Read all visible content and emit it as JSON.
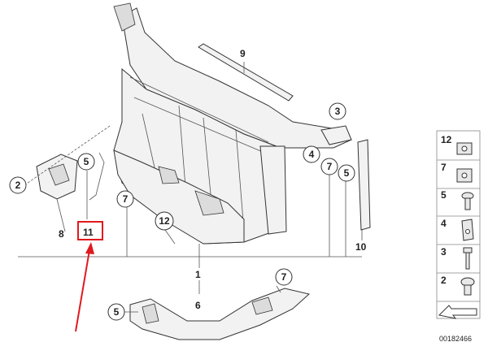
{
  "callouts": {
    "c2": "2",
    "c5a": "5",
    "c9": "9",
    "c3": "3",
    "c4": "4",
    "c7a": "7",
    "c5b": "5",
    "c7b": "7",
    "c12": "12",
    "c8": "8",
    "c11": "11",
    "c10": "10",
    "c1": "1",
    "c7c": "7",
    "c5c": "5",
    "c6": "6"
  },
  "legend": [
    {
      "label": "12",
      "icon": "clip-nut-icon"
    },
    {
      "label": "7",
      "icon": "spring-nut-icon"
    },
    {
      "label": "5",
      "icon": "screw-icon"
    },
    {
      "label": "4",
      "icon": "bracket-icon"
    },
    {
      "label": "3",
      "icon": "bolt-icon"
    },
    {
      "label": "2",
      "icon": "flange-screw-icon"
    }
  ],
  "figure_id": "00182466",
  "colors": {
    "highlight": "#e0191e",
    "line": "#333333"
  }
}
